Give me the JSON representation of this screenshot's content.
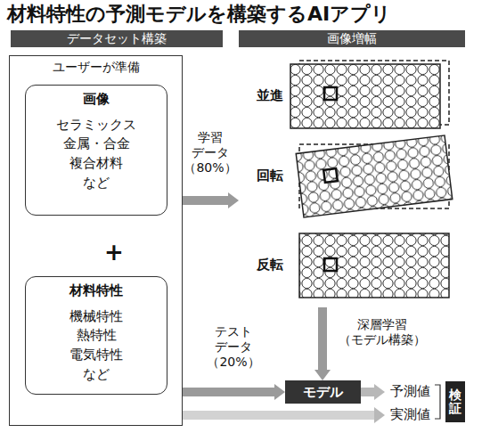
{
  "diagram": {
    "title": "材料特性の予測モデルを構築するAIアプリ",
    "nodes": [
      {
        "text": [
          "データセット構築"
        ]
      },
      {
        "text": [
          "画像増幅"
        ]
      },
      {
        "text": [
          "ユーザーが準備"
        ]
      },
      {
        "text": [
          "画像",
          "セラミックス 金属・合金 複合材料 など"
        ],
        "in": 2
      },
      {
        "text": [
          "材料特性",
          "機械特性 熱特性 電気特性 など"
        ],
        "in": 2
      },
      {
        "text": [
          "並進",
          "回転",
          "反転"
        ]
      },
      {
        "text": [
          "モデル"
        ]
      },
      {
        "text": [
          "検証"
        ]
      }
    ],
    "edges": [
      {
        "from": 2,
        "to": 5,
        "arrow": "to",
        "label": "学習 データ （80%）"
      },
      {
        "from": 2,
        "to": 6,
        "arrow": "to",
        "label": "テスト データ （20%）"
      },
      {
        "from": 5,
        "to": 6,
        "arrow": "to",
        "label": "深層学習 （モデル構築）"
      }
    ],
    "labels": [
      "+",
      "予測値",
      "実測値"
    ]
  }
}
